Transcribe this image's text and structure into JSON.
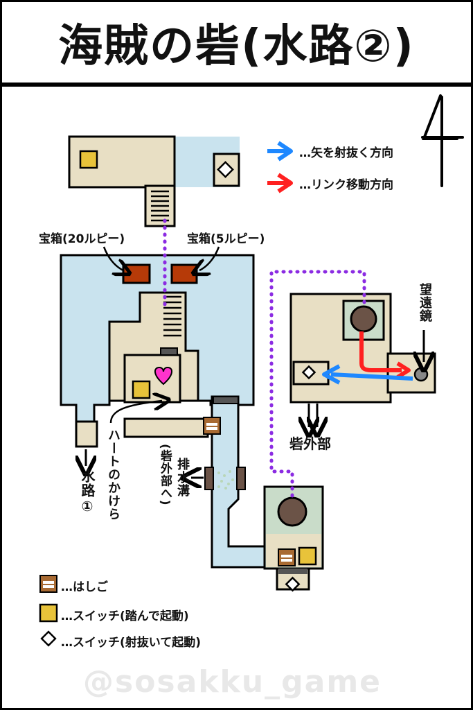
{
  "title": "海賊の砦(水路②)",
  "compass": "N",
  "legend_arrows": [
    {
      "color": "#1e88ff",
      "label": "…矢を射抜く方向"
    },
    {
      "color": "#ff2020",
      "label": "…リンク移動方向"
    }
  ],
  "labels": {
    "chest_left": "宝箱(20ルピー)",
    "chest_right": "宝箱(5ルピー)",
    "telescope": "望遠鏡",
    "fort_exterior": "砦外部",
    "waterway1_arrow": "↓",
    "waterway1": "水路①",
    "heart_piece": "ハートのかけら",
    "drain": "排水溝",
    "drain_sub": "(砦外部へ)"
  },
  "legend_items": [
    {
      "icon": "ladder-icon",
      "label": "…はしご"
    },
    {
      "icon": "floor-switch-icon",
      "label": "…スイッチ(踏んで起動)"
    },
    {
      "icon": "arrow-switch-icon",
      "label": "…スイッチ(射抜いて起動)"
    }
  ],
  "watermark": "@sosakku_game",
  "colors": {
    "floor": "#e8dfc4",
    "water": "#c9e3ee",
    "chest": "#b63a08",
    "switch": "#e8c33a",
    "ladder": "#a86a32",
    "hole": "#6b5347",
    "dot_path": "#8b2be2",
    "heart": "#ff33cc"
  }
}
